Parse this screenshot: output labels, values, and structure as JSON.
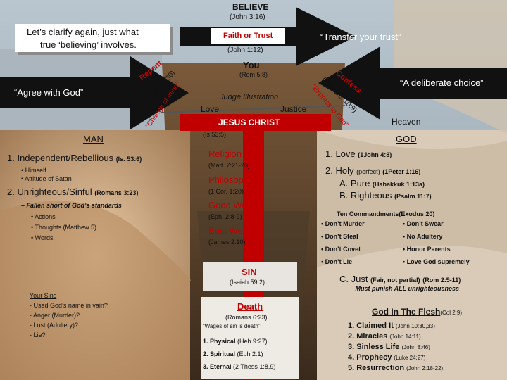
{
  "header": {
    "title": "BELIEVE",
    "ref": "(John 3:16)"
  },
  "callout": {
    "line1": "Let’s clarify again, just what",
    "line2": "true ‘believing’ involves."
  },
  "faith": {
    "title": "Faith or Trust",
    "ref": "(John 1:12)",
    "quote": "“Transfer your trust”"
  },
  "you": {
    "title": "You",
    "ref": "(Rom 5:8)"
  },
  "repent": {
    "word": "Repent",
    "ref": "(Acts 17:30)",
    "quote": "“Change of mind”",
    "agree": "“Agree with God”"
  },
  "confess": {
    "word": "Confess",
    "ref": "(Romans 10:9)",
    "quote": "“Express to God”",
    "choice": "“A deliberate choice”"
  },
  "judge": {
    "title": "Judge Illustration",
    "love": "Love",
    "justice": "Justice"
  },
  "cross": {
    "title": "JESUS CHRIST",
    "ref": "(Is 53:5)"
  },
  "heaven": "Heaven",
  "man": {
    "title": "MAN",
    "item1": "1. Independent/Rebellious",
    "item1_ref": "(Is. 53:6)",
    "sub1": [
      "• Himself",
      "• Attitude of Satan"
    ],
    "item2": "2. Unrighteous/Sinful",
    "item2_ref": "(Romans 3:23)",
    "fall": "– Fallen short of God’s standards",
    "sub2": [
      "• Actions",
      "• Thoughts (Matthew 5)",
      "• Words"
    ],
    "sins": [
      "Your Sins",
      "- Used God’s name in vain?",
      "- Anger (Murder)?",
      "- Lust (Adultery)?",
      "- Lie?"
    ]
  },
  "center": {
    "religion": "Religion",
    "religion_ref": "(Matt. 7:21-23)",
    "philosophy": "Philosophy",
    "philosophy_ref": "(1 Cor. 1:20)",
    "works": "Good Works",
    "works_ref": "(Eph. 2:8-9)",
    "best": "Best We Can",
    "best_ref": "(James 2:10)",
    "sin": "SIN",
    "sin_ref": "(Isaiah 59:2)",
    "death": "Death",
    "death_ref": "(Romans 6:23)",
    "wages": "“Wages of sin is death”",
    "physical": "1. Physical",
    "physical_ref": "(Heb 9:27)",
    "spiritual": "2. Spiritual",
    "spiritual_ref": "(Eph 2:1)",
    "eternal": "3. Eternal",
    "eternal_ref": "(2 Thess 1:8,9)"
  },
  "god": {
    "title": "GOD",
    "love": "1. Love",
    "love_ref": "(1John 4:8)",
    "holy": "2. Holy",
    "holy_perfect": "(perfect)",
    "holy_ref": "(1Peter 1:16)",
    "pure": "A. Pure",
    "pure_ref": "(Habakkuk 1:13a)",
    "righteous": "B. Righteous",
    "righteous_ref": "(Psalm 11:7)",
    "commandments": "Ten Commandments",
    "commandments_ref": "(Exodus 20)",
    "cmd_left": [
      "• Don’t Murder",
      "• Don’t Steal",
      "• Don’t Covet",
      "• Don’t Lie"
    ],
    "cmd_right": [
      "• Don’t Swear",
      "• No Adultery",
      "• Honor Parents",
      "• Love God supremely"
    ],
    "just": "C. Just",
    "just_ref": "(Fair, not partial)",
    "just_ref2": "(Rom 2:5-11)",
    "punish": "– Must punish ALL unrighteousness",
    "flesh": "God In The Flesh",
    "flesh_ref": "(Col 2:9)",
    "flesh_items": [
      {
        "label": "1. Claimed It",
        "ref": "(John 10:30,33)"
      },
      {
        "label": "2. Miracles",
        "ref": "(John 14:11)"
      },
      {
        "label": "3. Sinless Life",
        "ref": "(John 8:46)"
      },
      {
        "label": "4. Prophecy",
        "ref": "(Luke 24:27)"
      },
      {
        "label": "5. Resurrection",
        "ref": "(John 2:18-22)"
      }
    ]
  },
  "colors": {
    "accent_red": "#c00000",
    "cross_red": "#c00000",
    "arrow": "#111111"
  }
}
